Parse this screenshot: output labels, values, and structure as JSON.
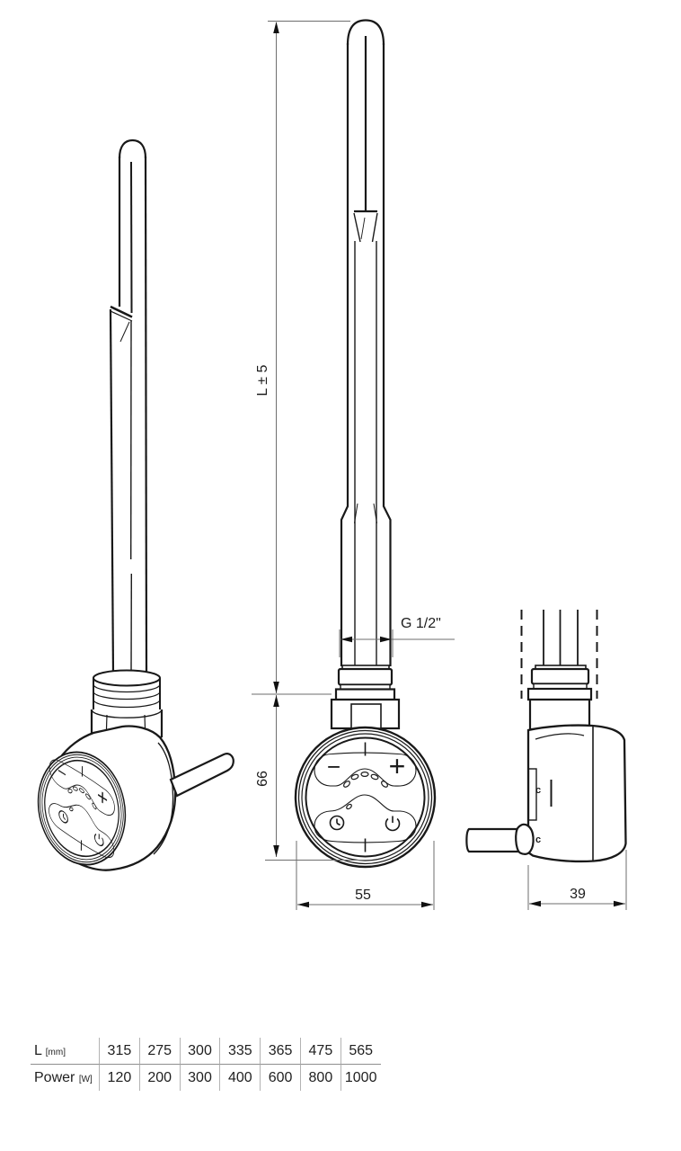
{
  "dimensions": {
    "length": "L ± 5",
    "thread": "G 1/2\"",
    "head_height": "66",
    "head_width": "55",
    "head_depth": "39"
  },
  "control_face": {
    "minus": "−",
    "plus": "+"
  },
  "side_markings": {
    "top": "c",
    "bottom": "c"
  },
  "spec_table": {
    "length_row": {
      "label": "L",
      "unit": "[mm]",
      "values": [
        "315",
        "275",
        "300",
        "335",
        "365",
        "475",
        "565"
      ]
    },
    "power_row": {
      "label": "Power",
      "unit": "[W]",
      "values": [
        "120",
        "200",
        "300",
        "400",
        "600",
        "800",
        "1000"
      ]
    }
  }
}
